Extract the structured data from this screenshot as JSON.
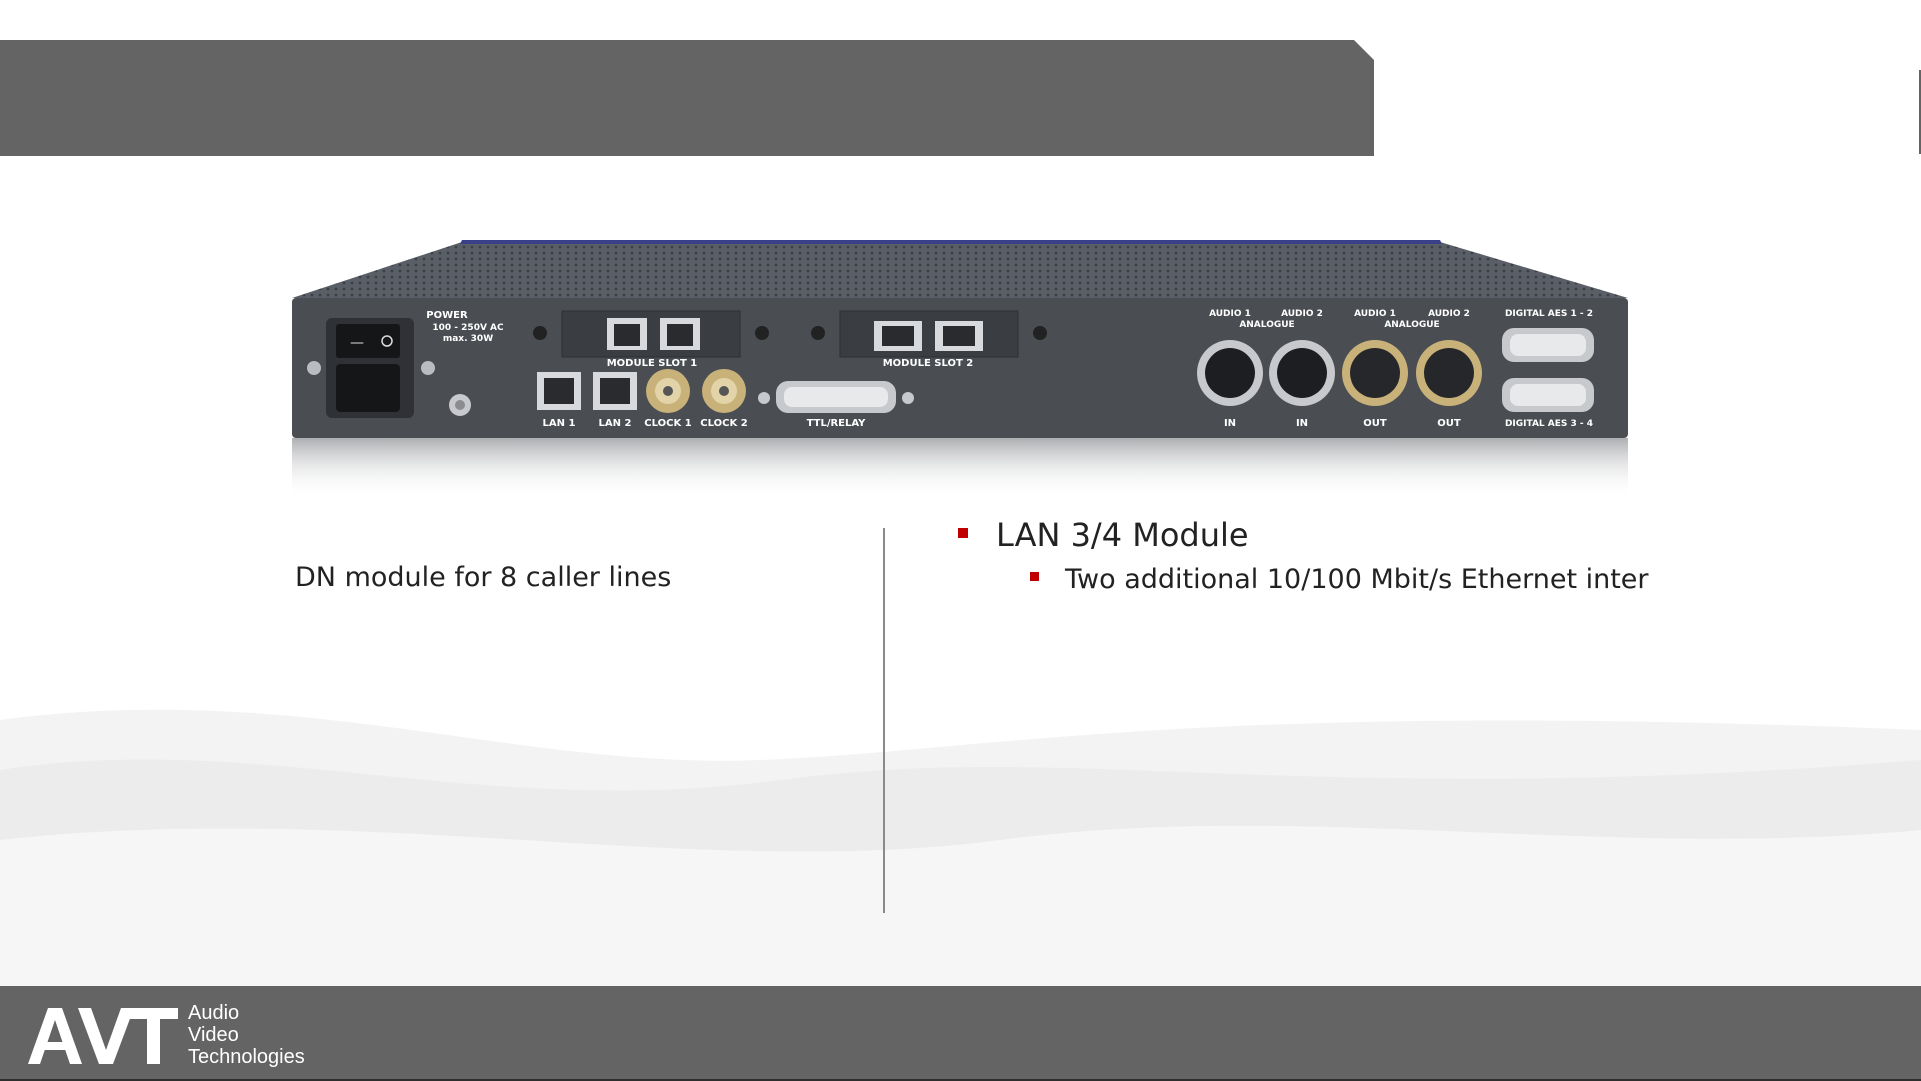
{
  "slide": {
    "left_text": "DN module for 8 caller lines",
    "bullets": {
      "level1": "LAN 3/4 Module",
      "level2": "Two additional 10/100 Mbit/s Ethernet inter"
    }
  },
  "device_labels": {
    "power": "POWER",
    "power_spec_1": "100 - 250V AC",
    "power_spec_2": "max. 30W",
    "module_slot_1": "MODULE SLOT 1",
    "module_slot_2": "MODULE SLOT 2",
    "lan1": "LAN 1",
    "lan2": "LAN 2",
    "clock1": "CLOCK 1",
    "clock2": "CLOCK 2",
    "ttl_relay": "TTL/RELAY",
    "audio1_in": "AUDIO 1",
    "audio2_in": "AUDIO 2",
    "analogue_in": "ANALOGUE",
    "audio1_out": "AUDIO 1",
    "audio2_out": "AUDIO 2",
    "analogue_out": "ANALOGUE",
    "in_1": "IN",
    "in_2": "IN",
    "out_1": "OUT",
    "out_2": "OUT",
    "digital_aes_12": "DIGITAL AES 1 - 2",
    "digital_aes_34": "DIGITAL AES 3 - 4"
  },
  "footer": {
    "logo_mark": "AVT",
    "logo_line1": "Audio",
    "logo_line2": "Video",
    "logo_line3": "Technologies"
  },
  "colors": {
    "bar": "#646464",
    "bullet_marker": "#c00000",
    "device_body": "#4a4d52"
  }
}
